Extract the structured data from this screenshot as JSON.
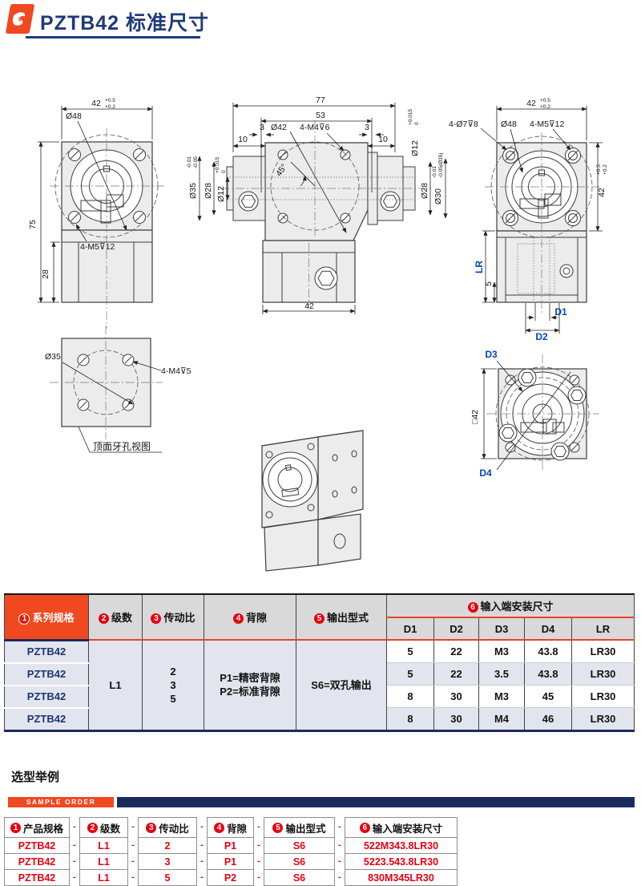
{
  "header": {
    "title": "PZTB42 标准尺寸"
  },
  "drawings": {
    "front": {
      "w": "42",
      "w_tu": "+0.5",
      "w_tl": "+0.2",
      "circle": "Ø48",
      "h": "75",
      "base_h": "28",
      "screws": "4-M5⊽12"
    },
    "side": {
      "overall": "77",
      "flange": "53",
      "edge_l": "3",
      "edge_r": "3",
      "len_l": "10",
      "len_r": "10",
      "circle": "Ø42",
      "screws": "4-M4⊽6",
      "shaft_r": "Ø12",
      "shaft_r_tu": "+0.015",
      "shaft_r_tl": "0",
      "hub": "Ø35",
      "hub_tu": "-0.01",
      "hub_tl": "-0.05",
      "collar_l": "Ø28",
      "shaft_l": "Ø12",
      "shaft_l_tu": "+0.015",
      "shaft_l_tl": "0",
      "angle": "45°",
      "collar_r": "Ø28",
      "pilot": "Ø30",
      "pilot_tu": "-0.01",
      "pilot_tl": "-0.05(Ø35)",
      "base_w": "42"
    },
    "input": {
      "w": "42",
      "w_tu": "+0.5",
      "w_tl": "+0.2",
      "h": "42",
      "h_tu": "+0.5",
      "h_tl": "+0.2",
      "cbore": "4-Ø7⊽8",
      "circle": "Ø48",
      "screws": "4-M5⊽12",
      "lr": "LR",
      "five": "5",
      "d1": "D1",
      "d2": "D2"
    },
    "top": {
      "circle": "Ø35",
      "screws": "4-M4⊽5",
      "caption": "顶面牙孔视图"
    },
    "back": {
      "d3": "D3",
      "sq": "□42",
      "d4": "D4"
    }
  },
  "spec_table": {
    "headers": [
      {
        "num": "1",
        "label": "系列规格"
      },
      {
        "num": "2",
        "label": "级数"
      },
      {
        "num": "3",
        "label": "传动比"
      },
      {
        "num": "4",
        "label": "背隙"
      },
      {
        "num": "5",
        "label": "输出型式"
      },
      {
        "num": "6",
        "label": "输入端安装尺寸"
      }
    ],
    "sub_headers": [
      "D1",
      "D2",
      "D3",
      "D4",
      "LR"
    ],
    "series": [
      "PZTB42",
      "PZTB42",
      "PZTB42",
      "PZTB42"
    ],
    "stage": "L1",
    "ratios": [
      "2",
      "3",
      "5"
    ],
    "backlash": [
      "P1=精密背隙",
      "P2=标准背隙"
    ],
    "output_type": "S6=双孔输出",
    "rows": [
      {
        "d1": "5",
        "d2": "22",
        "d3": "M3",
        "d4": "43.8",
        "lr": "LR30"
      },
      {
        "d1": "5",
        "d2": "22",
        "d3": "3.5",
        "d4": "43.8",
        "lr": "LR30"
      },
      {
        "d1": "8",
        "d2": "30",
        "d3": "M3",
        "d4": "45",
        "lr": "LR30"
      },
      {
        "d1": "8",
        "d2": "30",
        "d3": "M4",
        "d4": "46",
        "lr": "LR30"
      }
    ]
  },
  "sample_order": {
    "section_title": "选型举例",
    "badge": "SAMPLE ORDER",
    "dash": "-",
    "headers": [
      {
        "num": "1",
        "label": "产品规格"
      },
      {
        "num": "2",
        "label": "级数"
      },
      {
        "num": "3",
        "label": "传动比"
      },
      {
        "num": "4",
        "label": "背隙"
      },
      {
        "num": "5",
        "label": "输出型式"
      },
      {
        "num": "6",
        "label": "输入端安装尺寸"
      }
    ],
    "rows": [
      [
        "PZTB42",
        "L1",
        "2",
        "P1",
        "S6",
        "522M343.8LR30"
      ],
      [
        "PZTB42",
        "L1",
        "3",
        "P1",
        "S6",
        "5223.543.8LR30"
      ],
      [
        "PZTB42",
        "L1",
        "5",
        "P2",
        "S6",
        "830M345LR30"
      ]
    ]
  }
}
